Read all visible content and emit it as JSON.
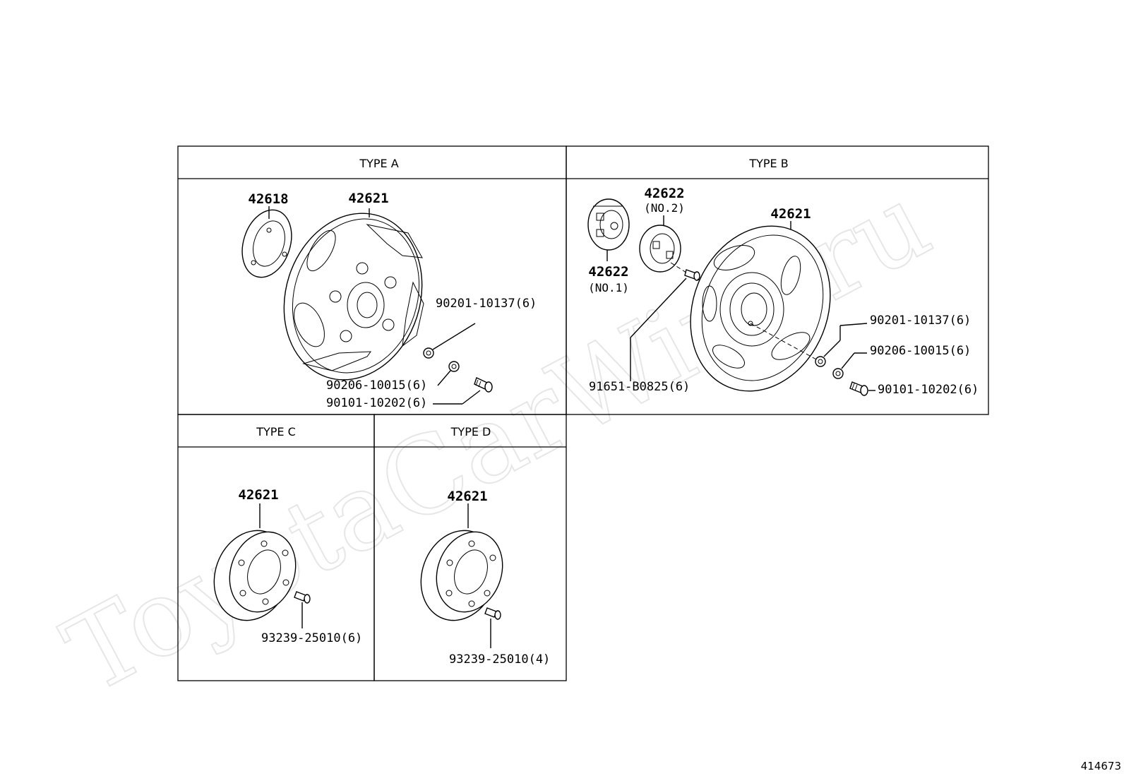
{
  "watermark": "ToyotaCarWire.ru",
  "figure_id": "414673",
  "panels": {
    "type_a": {
      "title": "TYPE A",
      "parts": {
        "p42618": "42618",
        "p42621": "42621",
        "nut": "90201-10137(6)",
        "washer": "90206-10015(6)",
        "bolt": "90101-10202(6)"
      }
    },
    "type_b": {
      "title": "TYPE B",
      "parts": {
        "p42622_no2": "42622",
        "no2": "(NO.2)",
        "p42622_no1": "42622",
        "no1": "(NO.1)",
        "p42621": "42621",
        "screw": "91651-B0825(6)",
        "nut": "90201-10137(6)",
        "washer": "90206-10015(6)",
        "bolt": "90101-10202(6)"
      }
    },
    "type_c": {
      "title": "TYPE C",
      "parts": {
        "p42621": "42621",
        "bolt": "93239-25010(6)"
      }
    },
    "type_d": {
      "title": "TYPE D",
      "parts": {
        "p42621": "42621",
        "bolt": "93239-25010(4)"
      }
    }
  }
}
